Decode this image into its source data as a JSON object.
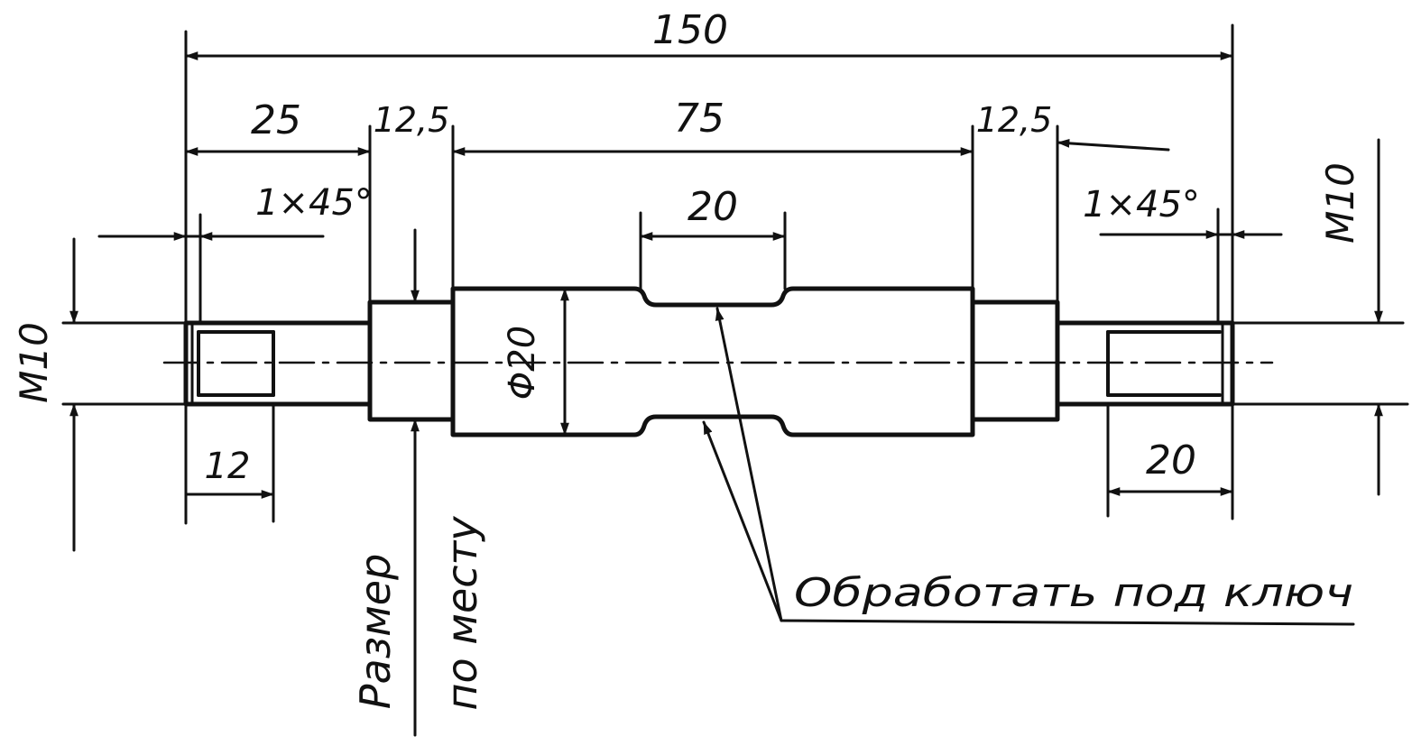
{
  "palette": {
    "ink": "#111111",
    "paper": "#ffffff"
  },
  "dimensions": {
    "overall_length": "150",
    "left_thread_length": "25",
    "left_collar_length": "12,5",
    "middle_length": "75",
    "right_collar_length": "12,5",
    "wrench_flat_width": "20",
    "left_chamfer": "1×45°",
    "right_chamfer": "1×45°",
    "body_diameter": "Φ20",
    "left_thread": "M10",
    "right_thread": "M10",
    "left_bore_depth": "12",
    "right_bore_depth": "20"
  },
  "notes": {
    "size_to_fit_line1": "Размер",
    "size_to_fit_line2": "по месту",
    "machine_for_wrench": "Обработать под ключ"
  }
}
